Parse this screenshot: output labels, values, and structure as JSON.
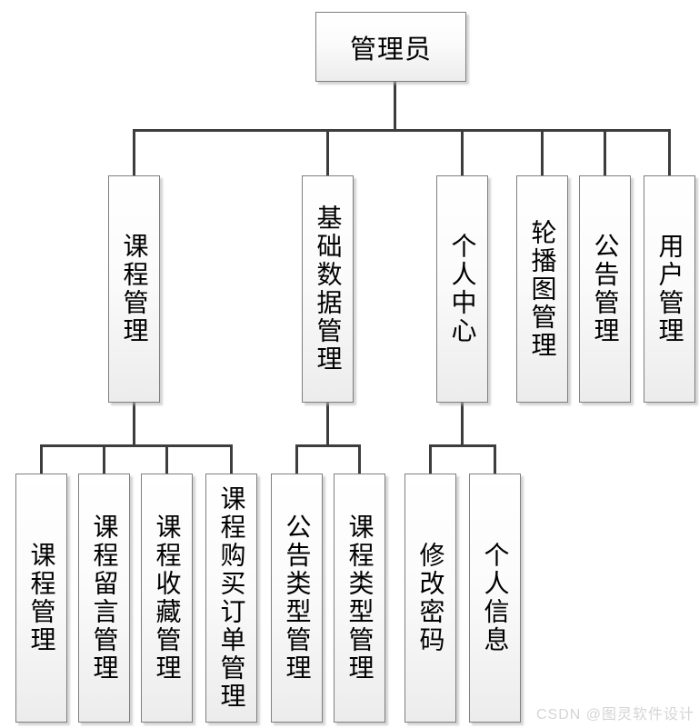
{
  "tree": {
    "root": {
      "label": "管理员"
    },
    "branches": [
      {
        "label": "课程管理",
        "children": [
          {
            "label": "课程管理"
          },
          {
            "label": "课程留言管理"
          },
          {
            "label": "课程收藏管理"
          },
          {
            "label": "课程购买订单管理"
          }
        ]
      },
      {
        "label": "基础数据管理",
        "children": [
          {
            "label": "公告类型管理"
          },
          {
            "label": "课程类型管理"
          }
        ]
      },
      {
        "label": "个人中心",
        "children": [
          {
            "label": "修改密码"
          },
          {
            "label": "个人信息"
          }
        ]
      },
      {
        "label": "轮播图管理",
        "children": []
      },
      {
        "label": "公告管理",
        "children": []
      },
      {
        "label": "用户管理",
        "children": []
      }
    ]
  },
  "watermark": {
    "text": "CSDN @图灵软件设计"
  },
  "colors": {
    "line": "#3d3d3d",
    "box_border": "#7f7f7f",
    "box_fill_top": "#ffffff",
    "box_fill_bottom": "#ececec",
    "watermark": "#d5d5d5",
    "background": "#ffffff"
  }
}
